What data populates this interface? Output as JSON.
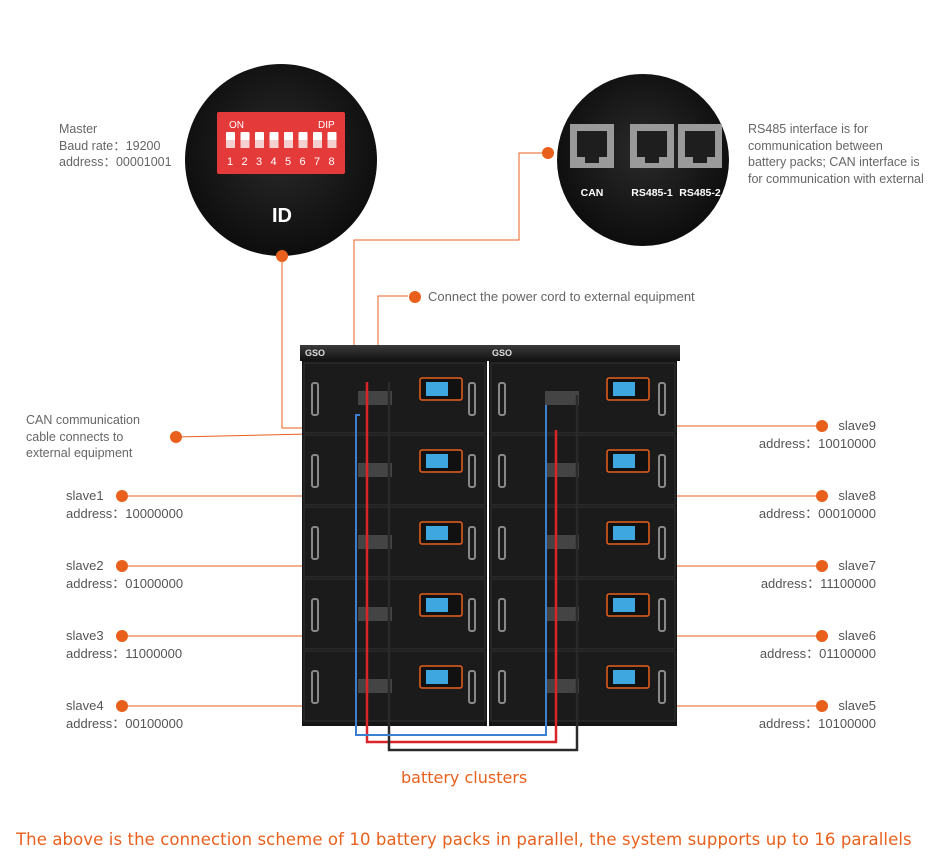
{
  "dip_panel": {
    "on_label": "ON",
    "dip_label": "DIP",
    "switch_numbers": [
      "1",
      "2",
      "3",
      "4",
      "5",
      "6",
      "7",
      "8"
    ],
    "id_label": "ID",
    "master_lines": [
      "Master",
      "Baud rate：19200",
      "address：00001001"
    ]
  },
  "port_panel": {
    "ports": [
      "CAN",
      "RS485-1",
      "RS485-2"
    ],
    "description_lines": [
      "RS485 interface is for",
      "communication between",
      "battery packs; CAN interface is",
      "for communication with external"
    ]
  },
  "rack": {
    "brand": "GSO"
  },
  "callouts": {
    "power_cord": "Connect the power cord to external equipment",
    "can_cable_lines": [
      "CAN communication",
      "cable connects to",
      "external equipment"
    ]
  },
  "left_slaves": [
    {
      "name": "slave1",
      "address": "address：10000000"
    },
    {
      "name": "slave2",
      "address": "address：01000000"
    },
    {
      "name": "slave3",
      "address": "address：11000000"
    },
    {
      "name": "slave4",
      "address": "address：00100000"
    }
  ],
  "right_slaves": [
    {
      "name": "slave9",
      "address": "address：10010000"
    },
    {
      "name": "slave8",
      "address": "address：00010000"
    },
    {
      "name": "slave7",
      "address": "address：11100000"
    },
    {
      "name": "slave6",
      "address": "address：01100000"
    },
    {
      "name": "slave5",
      "address": "address：10100000"
    }
  ],
  "caption": "battery clusters",
  "footer": "The above is the connection scheme of 10 battery packs in parallel, the system supports up to 16 parallels",
  "colors": {
    "accent": "#e8601c",
    "rack": "#151515",
    "positive": "#d9252a",
    "negative": "#2a2a2a",
    "can_line": "#3b7fd0"
  }
}
